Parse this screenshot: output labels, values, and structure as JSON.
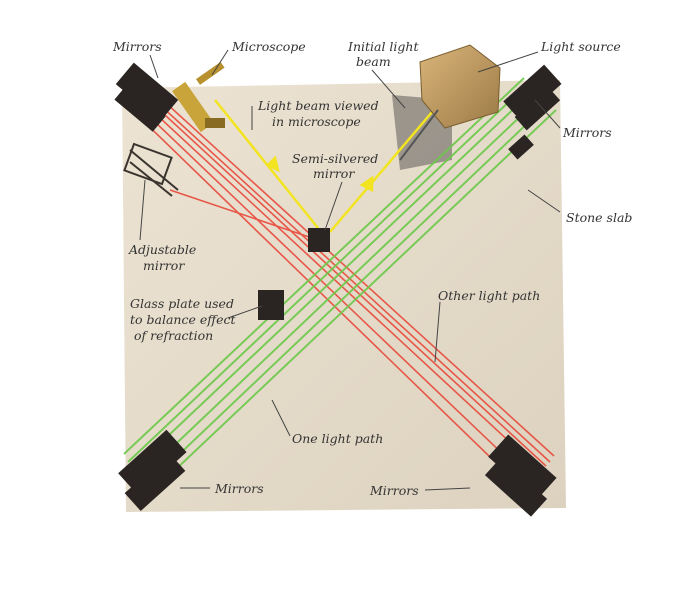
{
  "labels": {
    "mirrors_top_left": "Mirrors",
    "microscope": "Microscope",
    "initial_beam_1": "Initial light",
    "initial_beam_2": "beam",
    "light_source": "Light source",
    "mirrors_top_right": "Mirrors",
    "beam_viewed_1": "Light beam viewed",
    "beam_viewed_2": "in microscope",
    "semi_silvered_1": "Semi-silvered",
    "semi_silvered_2": "mirror",
    "stone_slab": "Stone slab",
    "adjustable_1": "Adjustable",
    "adjustable_2": "mirror",
    "glass_plate_1": "Glass plate used",
    "glass_plate_2": "to balance effect",
    "glass_plate_3": "of refraction",
    "other_path": "Other light path",
    "one_path": "One light path",
    "mirrors_bottom_left": "Mirrors",
    "mirrors_bottom_right": "Mirrors"
  },
  "colors": {
    "slab": "#e6dccb",
    "red_beam": "#e8483a",
    "green_beam": "#6cc94a",
    "yellow_beam": "#f2e420",
    "mirror": "#2a2523"
  }
}
